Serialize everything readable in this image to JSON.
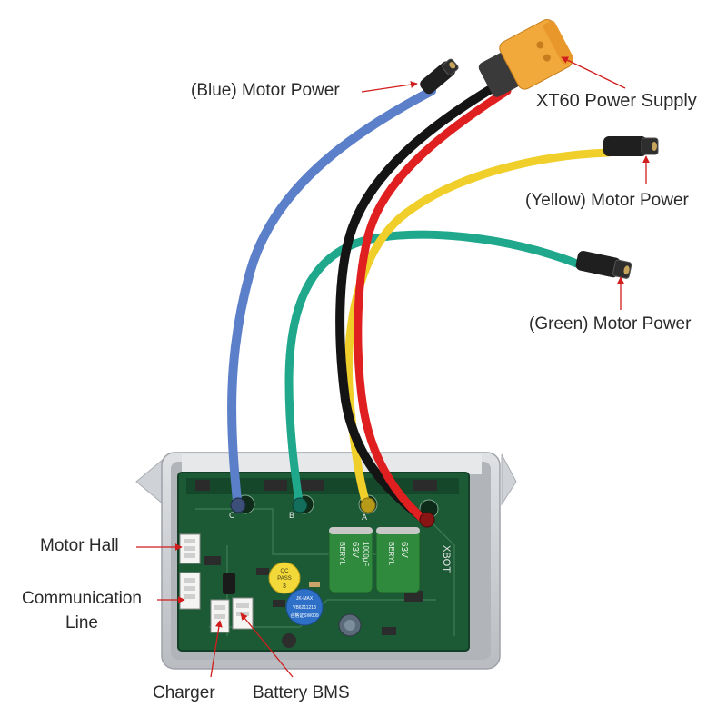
{
  "labels": {
    "blue_motor_power": "(Blue) Motor Power",
    "xt60_power_supply": "XT60 Power Supply",
    "yellow_motor_power": "(Yellow) Motor Power",
    "green_motor_power": "(Green) Motor Power",
    "motor_hall": "Motor Hall",
    "communication_line_1": "Communication",
    "communication_line_2": "Line",
    "charger": "Charger",
    "battery_bms": "Battery BMS"
  },
  "board_markings": {
    "phase_c": "C",
    "phase_b": "B",
    "phase_a": "A",
    "capacitor_brand": "BERYL",
    "capacitor_voltage": "63V",
    "capacitor_capacity": "1000μF",
    "capacitor_brand_2": "BERYL",
    "capacitor_voltage_2": "63V",
    "qc_line1": "QC",
    "qc_line2": "PASS",
    "qc_line3": "3",
    "brand": "XBOT",
    "blue_sticker_1": "JK-MAX",
    "blue_sticker_2": "VB6211213",
    "blue_sticker_3": "合格证SW009"
  },
  "colors": {
    "label_arrow": "#d11d1d",
    "blue_wire": "#5b7fc8",
    "red_wire": "#e02020",
    "black_wire": "#141414",
    "yellow_wire": "#f0cf2a",
    "green_wire": "#1fa88c",
    "pcb": "#1c5a36",
    "housing": "#c9ccd0",
    "xt60": "#f2a93b"
  }
}
